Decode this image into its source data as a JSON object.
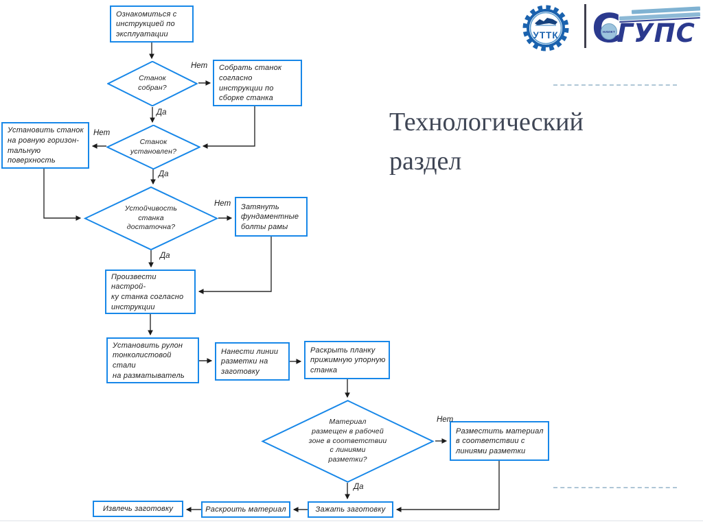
{
  "slide": {
    "title": "Технологический раздел"
  },
  "logos": {
    "uttk_text": "УТТК",
    "sgups_c": "С",
    "sgups_rest": "ГУПС",
    "sgups_badge": "НИИЖТ"
  },
  "labels": {
    "yes": "Да",
    "no": "Нет"
  },
  "flowchart": {
    "nodes": {
      "read_manual": "Ознакомиться с\nинструкцией по\nэксплуатации",
      "assembled_q": "Станок\nсобран?",
      "assemble": "Собрать станок\nсогласно\nинструкции по\nсборке станка",
      "installed_q": "Станок\nустановлен?",
      "install_surface": "Установить станок\nна ровную горизон-\nтальную поверхность",
      "stability_q": "Устойчивость\nстанка\nдостаточна?",
      "tighten_bolts": "Затянуть\nфундаментные\nболты рамы",
      "adjust": "Произвести настрой-\nку станка согласно\nинструкции",
      "install_roll": "Установить рулон\nтонколистовой стали\nна разматыватель",
      "mark_lines": "Нанести линии\nразметки на\nзаготовку",
      "open_bar": "Раскрыть планку\nприжимную упорную\nстанка",
      "material_q": "Материал\nразмещен в рабочей\nзоне в соответствии\nс линиями\nразметки?",
      "place_material": "Разместить материал\nв соответствии с\nлиниями разметки",
      "clamp": "Зажать заготовку",
      "cut": "Раскроить материал",
      "extract": "Извлечь заготовку"
    }
  }
}
